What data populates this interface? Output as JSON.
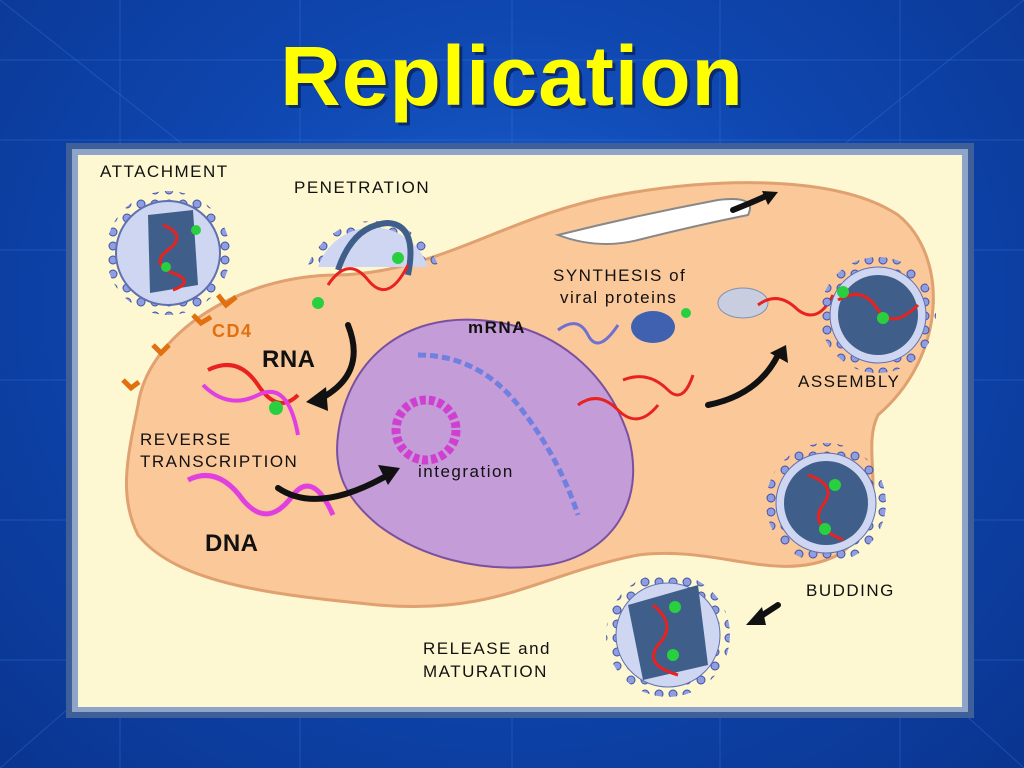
{
  "slide": {
    "title": "Replication",
    "background_color": "#1a5fd0",
    "title_color": "#ffff00"
  },
  "diagram": {
    "labels": {
      "attachment": "ATTACHMENT",
      "penetration": "PENETRATION",
      "synthesis": "SYNTHESIS of",
      "viral_proteins": "viral proteins",
      "cd4": "CD4",
      "rna": "RNA",
      "mrna": "mRNA",
      "reverse": "REVERSE",
      "transcription": "TRANSCRIPTION",
      "integration": "integration",
      "dna": "DNA",
      "assembly": "ASSEMBLY",
      "budding": "BUDDING",
      "release": "RELEASE and",
      "maturation": "MATURATION"
    },
    "colors": {
      "cell": "#fbc89a",
      "nucleus": "#c39cd8",
      "virus_capsid": "#3f5f8a",
      "virus_envelope": "#cfd6f2",
      "rna_strand": "#e8221e",
      "dna_strand": "#e040e0",
      "integrase": "#28d040",
      "arrow": "#111111"
    }
  }
}
